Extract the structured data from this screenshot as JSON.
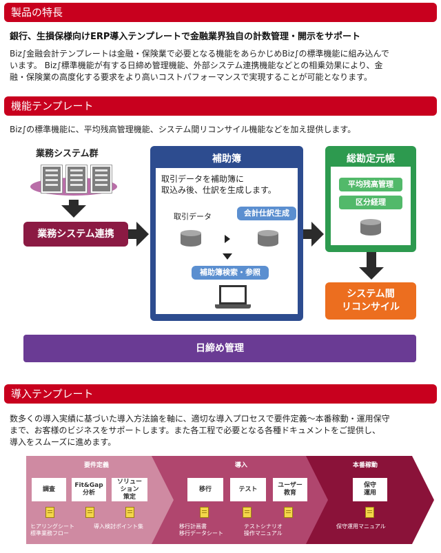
{
  "section1": {
    "header": "製品の特長",
    "lead": "銀行、生損保様向けERP導入テンプレートで金融業界独自の計数管理・開示をサポート",
    "body": [
      "Biz∫金融会計テンプレートは金融・保険業で必要となる機能をあらかじめBiz∫の標準機能に組み込んで",
      "います。 Biz∫標準機能が有する日締め管理機能、外部システム連携機能などとの相乗効果により、金",
      "融・保険業の高度化する要求をより高いコストパフォーマンスで実現することが可能となります。"
    ]
  },
  "section2": {
    "header": "機能テンプレート",
    "body": "Biz∫の標準機能に、平均残高管理機能、システム間リコンサイル機能などを加え提供します。",
    "diagram": {
      "systems_label": "業務システム群",
      "integration_label": "業務システム連携",
      "sub_ledger": {
        "title": "補助簿",
        "description": [
          "取引データを補助簿に",
          "取込み後、仕訳を生成します。"
        ],
        "transaction_data": "取引データ",
        "journal_gen": "会計仕訳生成",
        "search": "補助簿検索・参照"
      },
      "general_ledger": {
        "title": "総勘定元帳",
        "items": [
          "平均残高管理",
          "区分経理"
        ]
      },
      "reconcile": [
        "システム間",
        "リコンサイル"
      ],
      "daily_close": "日締め管理"
    }
  },
  "section3": {
    "header": "導入テンプレート",
    "body": [
      "数多くの導入実績に基づいた導入方法論を軸に、適切な導入プロセスで要件定義～本番稼動・運用保守",
      "まで、お客様のビジネスをサポートします。また各工程で必要となる各種ドキュメントをご提供し、",
      "導入をスムーズに進めます。"
    ],
    "flow": {
      "phases": [
        {
          "label": "要件定義",
          "color": "#cf8aa2",
          "tasks": [
            "調査",
            "Fit&Gap\n分析",
            "ソリュー\nション\n策定"
          ],
          "docs": [
            "ヒアリングシート\n標準業務フロー",
            "導入検討ポイント集"
          ]
        },
        {
          "label": "導入",
          "color": "#b0466e",
          "tasks": [
            "移行",
            "テスト",
            "ユーザー\n教育"
          ],
          "docs": [
            "移行計画書\n移行データシート",
            "テストシナリオ\n操作マニュアル"
          ]
        },
        {
          "label": "本番稼動",
          "color": "#8a1239",
          "tasks": [
            "保守\n運用"
          ],
          "docs": [
            "保守運用マニュアル"
          ]
        }
      ]
    }
  }
}
